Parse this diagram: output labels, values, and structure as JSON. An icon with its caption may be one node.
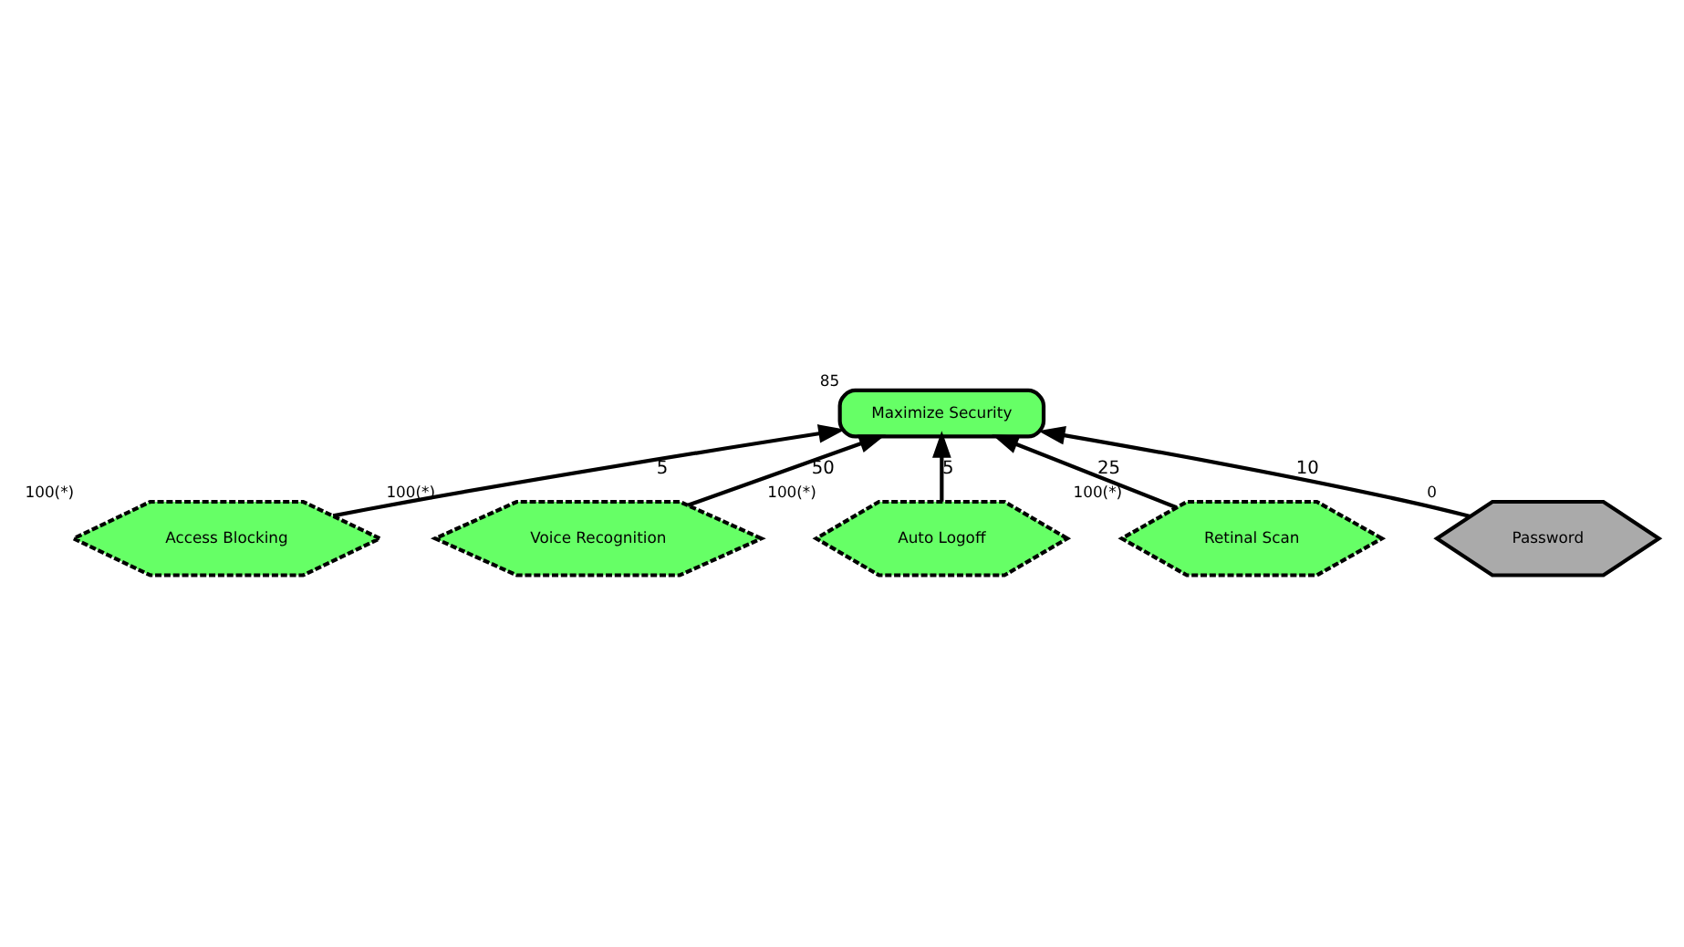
{
  "diagram": {
    "nodes": [
      {
        "text": [
          "Maximize Security"
        ],
        "beside": [
          "85"
        ]
      },
      {
        "text": [
          "Access Blocking"
        ],
        "beside": [
          "100(*)"
        ]
      },
      {
        "text": [
          "Voice Recognition"
        ],
        "beside": [
          "100(*)"
        ]
      },
      {
        "text": [
          "Auto Logoff"
        ],
        "beside": [
          "100(*)"
        ]
      },
      {
        "text": [
          "Retinal Scan"
        ],
        "beside": [
          "100(*)"
        ]
      },
      {
        "text": [
          "Password"
        ],
        "beside": [
          "0"
        ]
      }
    ],
    "edges": [
      {
        "from": 1,
        "to": 0,
        "arrow": "to",
        "label": "5"
      },
      {
        "from": 3,
        "to": 0,
        "arrow": "to",
        "label": "5"
      },
      {
        "from": 5,
        "to": 0,
        "arrow": "to",
        "label": "10"
      },
      {
        "from": 4,
        "to": 0,
        "arrow": "to",
        "label": "25"
      },
      {
        "from": 2,
        "to": 0,
        "arrow": "to",
        "label": "50"
      }
    ]
  }
}
